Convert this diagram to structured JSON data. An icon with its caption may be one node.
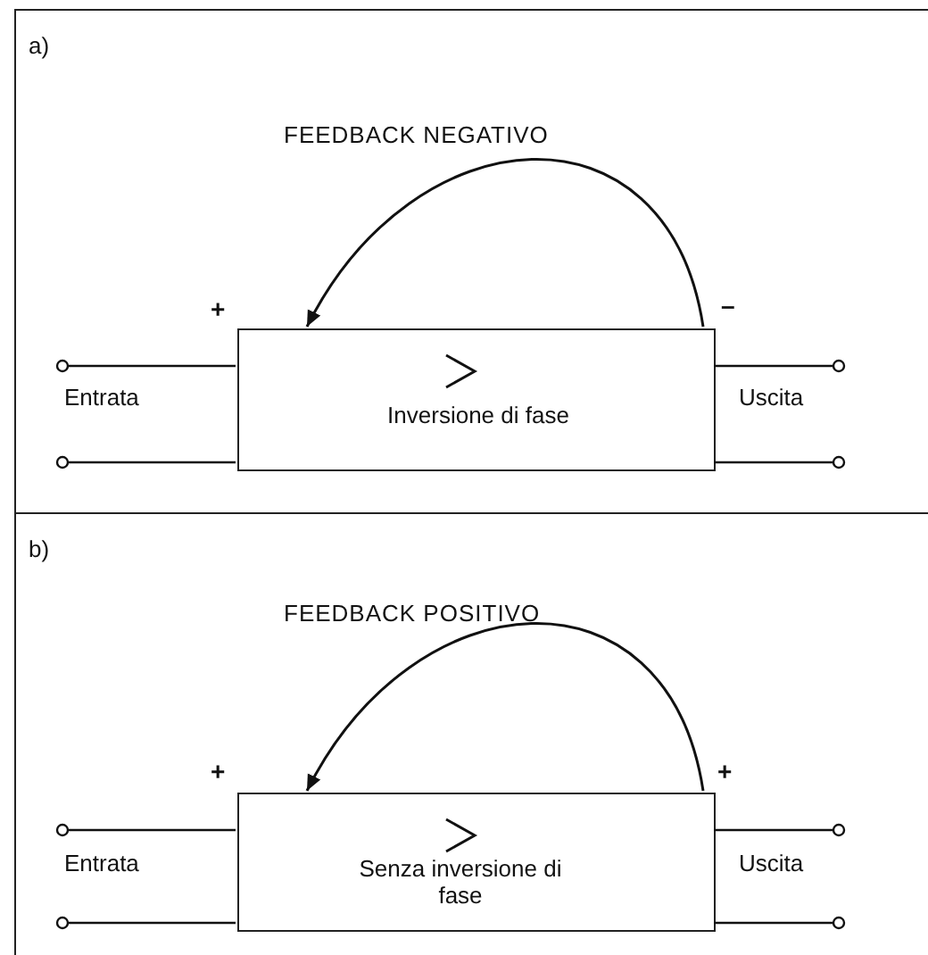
{
  "diagram": {
    "nodes": [
      {
        "text": [
          "a)",
          "FEEDBACK NEGATIVO"
        ]
      },
      {
        "text": [
          "Inversione di fase"
        ],
        "in": 0
      },
      {
        "text": [
          "b)",
          "FEEDBACK POSITIVO"
        ]
      },
      {
        "text": [
          "Senza inversione di fase"
        ],
        "in": 2
      }
    ],
    "edges": [
      {
        "from": 1,
        "to": 1,
        "arrow": "to"
      },
      {
        "from": 3,
        "to": 3,
        "arrow": "to"
      }
    ],
    "labels": [
      "+",
      "–",
      "Entrata",
      "Uscita",
      "+",
      "+",
      "Entrata",
      "Uscita"
    ]
  }
}
